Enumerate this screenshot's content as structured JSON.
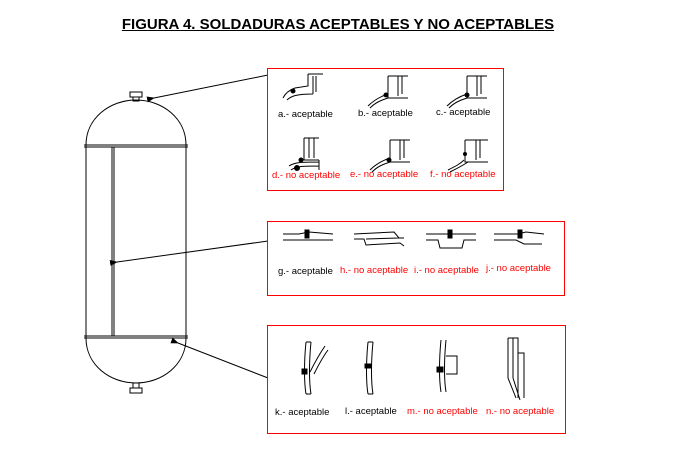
{
  "title": "FIGURA 4. SOLDADURAS ACEPTABLES Y NO ACEPTABLES",
  "colors": {
    "acceptable": "#000000",
    "not_acceptable": "#ff0000",
    "frame": "#ff0000"
  },
  "groups": [
    {
      "name": "nozzle-welds",
      "items": [
        {
          "label": "a.- aceptable",
          "acceptable": true
        },
        {
          "label": "b.- aceptable",
          "acceptable": true
        },
        {
          "label": "c.- aceptable",
          "acceptable": true
        },
        {
          "label": "d.- no aceptable",
          "acceptable": false
        },
        {
          "label": "e.- no aceptable",
          "acceptable": false
        },
        {
          "label": "f.- no aceptable",
          "acceptable": false
        }
      ]
    },
    {
      "name": "longitudinal-welds",
      "items": [
        {
          "label": "g.- aceptable",
          "acceptable": true
        },
        {
          "label": "h.- no aceptable",
          "acceptable": false
        },
        {
          "label": "i.- no aceptable",
          "acceptable": false
        },
        {
          "label": "j.- no aceptable",
          "acceptable": false
        }
      ]
    },
    {
      "name": "circumferential-welds",
      "items": [
        {
          "label": "k.- aceptable",
          "acceptable": true
        },
        {
          "label": "l.- aceptable",
          "acceptable": true
        },
        {
          "label": "m.- no aceptable",
          "acceptable": false
        },
        {
          "label": "n.- no aceptable",
          "acceptable": false
        }
      ]
    }
  ]
}
